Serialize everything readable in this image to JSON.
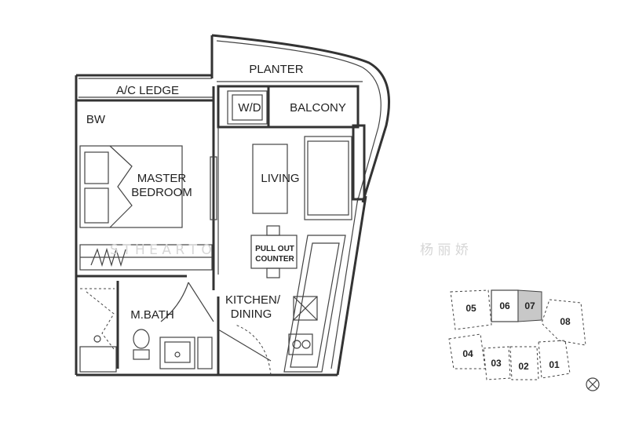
{
  "rooms": {
    "planter": "PLANTER",
    "ac_ledge": "A/C LEDGE",
    "wd": "W/D",
    "balcony": "BALCONY",
    "bw": "BW",
    "master_bedroom_1": "MASTER",
    "master_bedroom_2": "BEDROOM",
    "living": "LIVING",
    "counter_1": "PULL OUT",
    "counter_2": "COUNTER",
    "mbath": "M.BATH",
    "kitchen_1": "KITCHEN/",
    "kitchen_2": "DINING"
  },
  "watermark": {
    "latin": "S   T   H   E   A   R   T   O",
    "chinese": "杨   丽   娇"
  },
  "keyplan": {
    "highlight_color": "#c8c8c8",
    "units": [
      "05",
      "06",
      "07",
      "08",
      "04",
      "03",
      "02",
      "01"
    ],
    "highlighted_unit": "07"
  },
  "north_icon": "north-arrow-icon"
}
